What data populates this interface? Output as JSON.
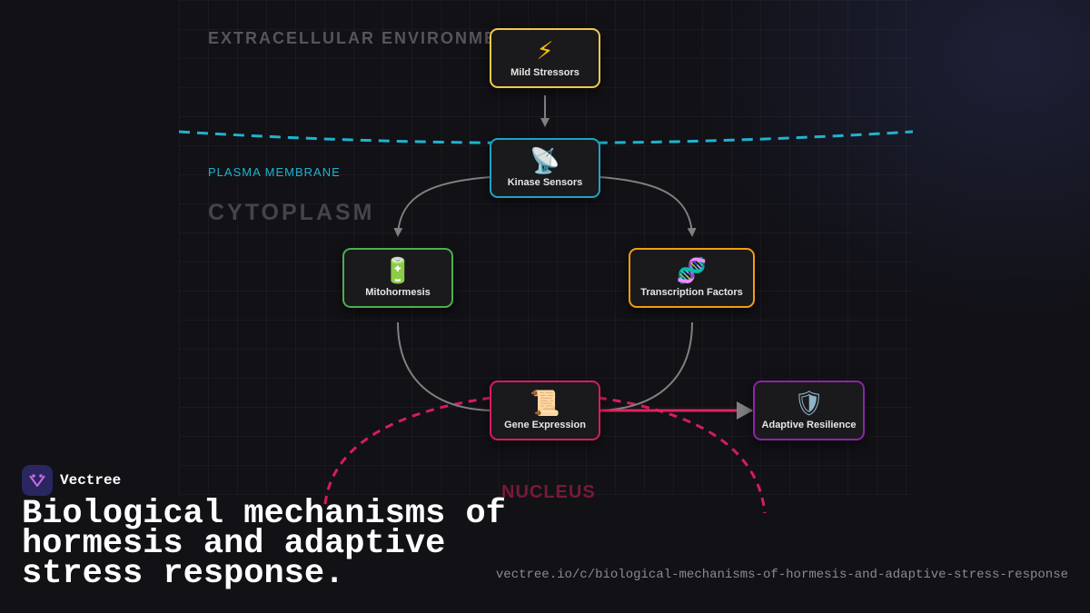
{
  "regions": {
    "extracellular": "EXTRACELLULAR ENVIRONMENT",
    "membrane": "PLASMA MEMBRANE",
    "cytoplasm": "CYTOPLASM",
    "nucleus": "NUCLEUS"
  },
  "colors": {
    "membrane": "#1fb3cf",
    "nucleus": "#d81b60",
    "edge": "#808080",
    "highlight_edge": "#e0245e"
  },
  "nodes": [
    {
      "id": "stressors",
      "icon": "lightning-icon",
      "glyph": "⚡",
      "label": "Mild Stressors",
      "border": "#f2c94c",
      "icon_color": "#ffc107"
    },
    {
      "id": "kinase",
      "icon": "satellite-dish-icon",
      "glyph": "📡",
      "label": "Kinase Sensors",
      "border": "#1fa3c4",
      "icon_color": "#b0bec5"
    },
    {
      "id": "mito",
      "icon": "battery-icon",
      "glyph": "🔋",
      "label": "Mitohormesis",
      "border": "#4caf50",
      "icon_color": "#43a047"
    },
    {
      "id": "tf",
      "icon": "dna-icon",
      "glyph": "🧬",
      "label": "Transcription Factors",
      "border": "#f39c12",
      "icon_color": "#ab47bc"
    },
    {
      "id": "gene",
      "icon": "scroll-icon",
      "glyph": "📜",
      "label": "Gene Expression",
      "border": "#d81b60",
      "icon_color": "#d7a86e"
    },
    {
      "id": "resilience",
      "icon": "shield-icon",
      "glyph": "🛡",
      "label": "Adaptive Resilience",
      "border": "#8e24aa",
      "icon_color": "#8fb3c8"
    }
  ],
  "brand": {
    "name": "Vectree",
    "logo_icon": "vectree-logo-icon"
  },
  "title": "Biological mechanisms of hormesis and adaptive stress response.",
  "source_url": "vectree.io/c/biological-mechanisms-of-hormesis-and-adaptive-stress-response"
}
